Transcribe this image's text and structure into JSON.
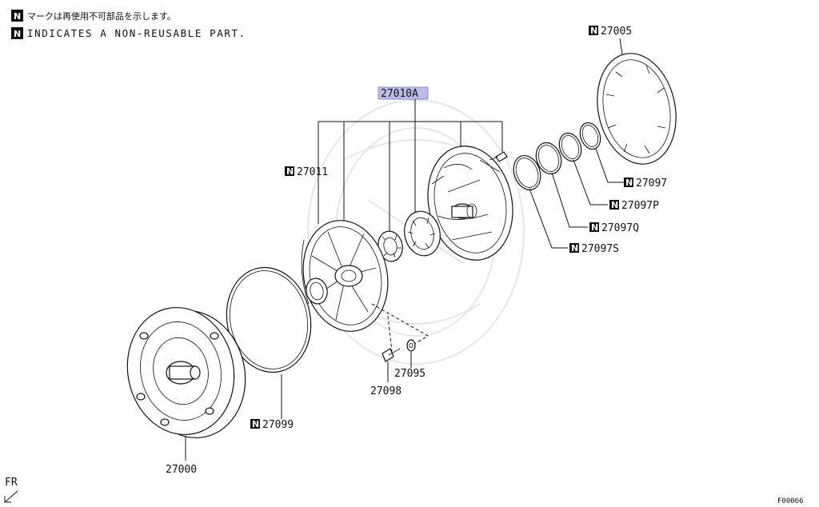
{
  "notes": {
    "jp": "マークは再使用不可部品を示します。",
    "en": "INDICATES A NON-REUSABLE PART.",
    "badge": "N"
  },
  "colors": {
    "highlight": "#b9bde8",
    "ink": "#111111"
  },
  "parts": {
    "p27010A": "27010A",
    "p27005": "27005",
    "p27011": "27011",
    "p27097": "27097",
    "p27097P": "27097P",
    "p27097Q": "27097Q",
    "p27097S": "27097S",
    "p27095": "27095",
    "p27098": "27098",
    "p27099": "27099",
    "p27000": "27000"
  },
  "direction": "FR",
  "figure_code": "F00066"
}
